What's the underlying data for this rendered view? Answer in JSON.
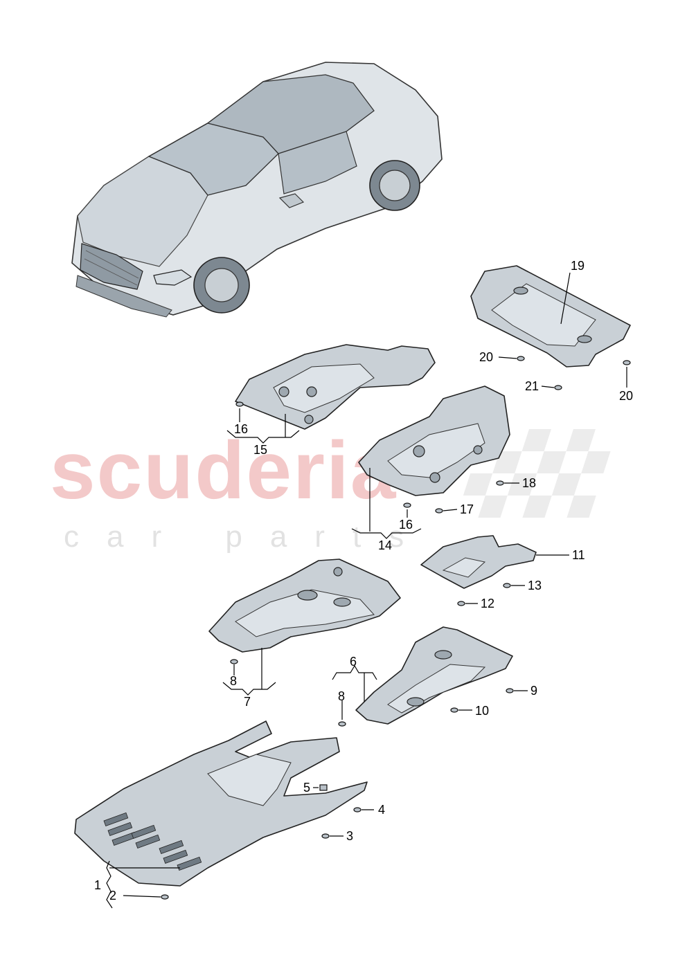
{
  "watermark": {
    "main": "scuderia",
    "sub": "car parts"
  },
  "callouts": [
    {
      "id": "c1",
      "label": "1"
    },
    {
      "id": "c2",
      "label": "2"
    },
    {
      "id": "c3",
      "label": "3"
    },
    {
      "id": "c4",
      "label": "4"
    },
    {
      "id": "c5",
      "label": "5"
    },
    {
      "id": "c6",
      "label": "6"
    },
    {
      "id": "c7",
      "label": "7"
    },
    {
      "id": "c8a",
      "label": "8"
    },
    {
      "id": "c8b",
      "label": "8"
    },
    {
      "id": "c9",
      "label": "9"
    },
    {
      "id": "c10",
      "label": "10"
    },
    {
      "id": "c11",
      "label": "11"
    },
    {
      "id": "c12",
      "label": "12"
    },
    {
      "id": "c13",
      "label": "13"
    },
    {
      "id": "c14",
      "label": "14"
    },
    {
      "id": "c15",
      "label": "15"
    },
    {
      "id": "c16a",
      "label": "16"
    },
    {
      "id": "c16b",
      "label": "16"
    },
    {
      "id": "c17",
      "label": "17"
    },
    {
      "id": "c18",
      "label": "18"
    },
    {
      "id": "c19",
      "label": "19"
    },
    {
      "id": "c20a",
      "label": "20"
    },
    {
      "id": "c20b",
      "label": "20"
    },
    {
      "id": "c21",
      "label": "21"
    }
  ],
  "colors": {
    "part_fill": "#c9d0d6",
    "watermark_red": "#f3c9c9",
    "watermark_grey": "#e2e2e2"
  }
}
